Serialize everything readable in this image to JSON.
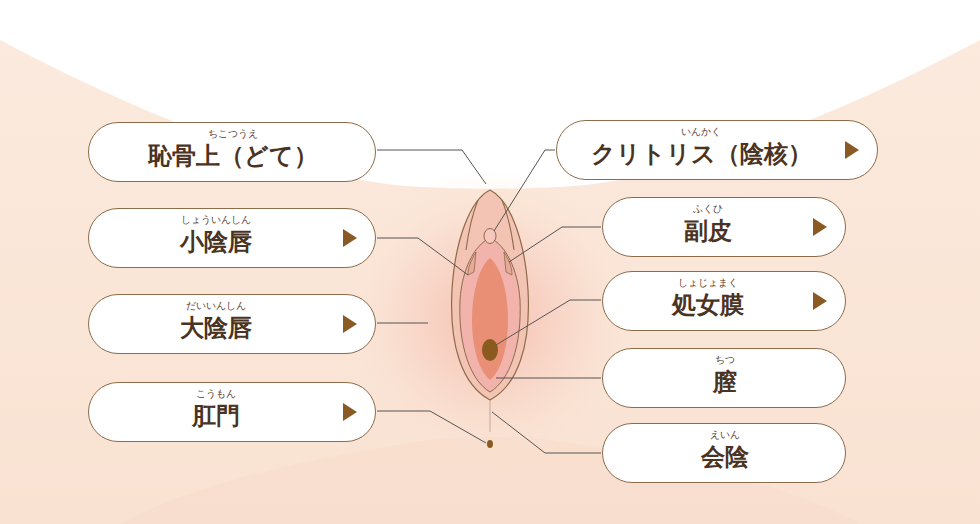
{
  "diagram": {
    "nodes": [
      {
        "text": [
          "ちこつうえ",
          "恥骨上（どて）"
        ]
      },
      {
        "text": [
          "しょういんしん",
          "小陰唇"
        ]
      },
      {
        "text": [
          "だいいんしん",
          "大陰唇"
        ]
      },
      {
        "text": [
          "こうもん",
          "肛門"
        ]
      },
      {
        "text": [
          "いんかく",
          "クリトリス（陰核）"
        ]
      },
      {
        "text": [
          "ふくひ",
          "副皮"
        ]
      },
      {
        "text": [
          "しょじょまく",
          "処女膜"
        ]
      },
      {
        "text": [
          "ちつ",
          "膣"
        ]
      },
      {
        "text": [
          "えいん",
          "会陰"
        ]
      }
    ]
  }
}
